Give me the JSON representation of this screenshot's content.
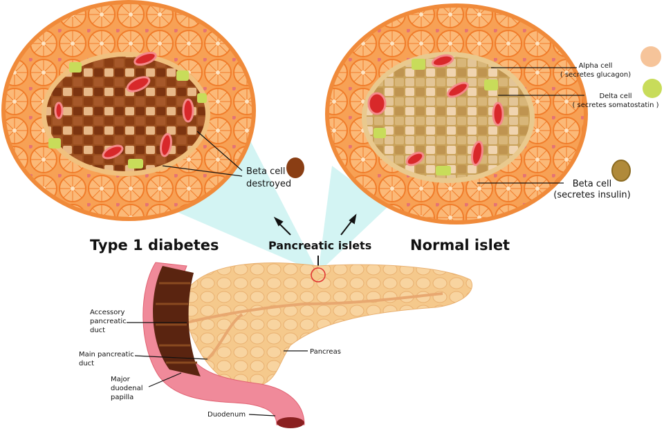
{
  "diagram": {
    "titles": {
      "type1": "Type 1 diabetes",
      "islets": "Pancreatic islets",
      "normal": "Normal islet"
    },
    "labels": {
      "beta_destroyed_1": "Beta cell",
      "beta_destroyed_2": "destroyed",
      "alpha_1": "Alpha cell",
      "alpha_2": "( secretes glucagon)",
      "delta_1": "Delta cell",
      "delta_2": "( secretes somatostatin )",
      "beta_1": "Beta cell",
      "beta_2": "(secretes insulin)",
      "accessory_1": "Accessory",
      "accessory_2": "pancreatic",
      "accessory_3": "duct",
      "main_1": "Main pancreatic",
      "main_2": "duct",
      "papilla_1": "Major",
      "papilla_2": "duodenal",
      "papilla_3": "papilla",
      "pancreas": "Pancreas",
      "duodenum": "Duodenum"
    },
    "colors": {
      "acinar": "#f7a155",
      "islet_outline": "#f08a3a",
      "destroyed_beta": "#8a3e14",
      "beta": "#c9a25a",
      "alpha": "#f6c49a",
      "delta": "#c8dc5a",
      "capillary": "#d8282a",
      "pancreas": "#f5c98c",
      "duodenum": "#f08a9a",
      "highlight": "#c8f1f0"
    }
  }
}
